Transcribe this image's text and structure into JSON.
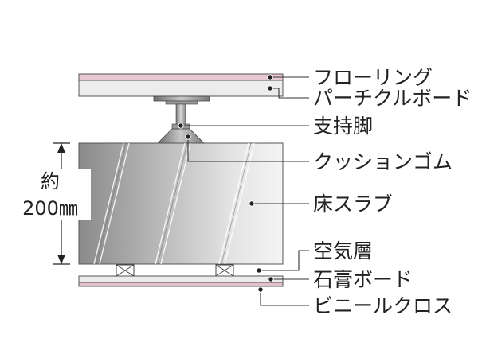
{
  "labels": {
    "flooring": "フローリング",
    "particle_board": "パーチクルボード",
    "support_leg": "支持脚",
    "cushion_rubber": "クッションゴム",
    "floor_slab": "床スラブ",
    "air_layer": "空気層",
    "gypsum_board": "石膏ボード",
    "vinyl_cloth": "ビニールクロス"
  },
  "dimension": {
    "prefix": "約",
    "value": "200㎜"
  },
  "colors": {
    "flooring": "#e8c8d4",
    "board": "#ececec",
    "gypsum": "#e3c0cc",
    "slab_dark": "#8a8a8a",
    "slab_light": "#f0f0f0",
    "line": "#333333"
  }
}
